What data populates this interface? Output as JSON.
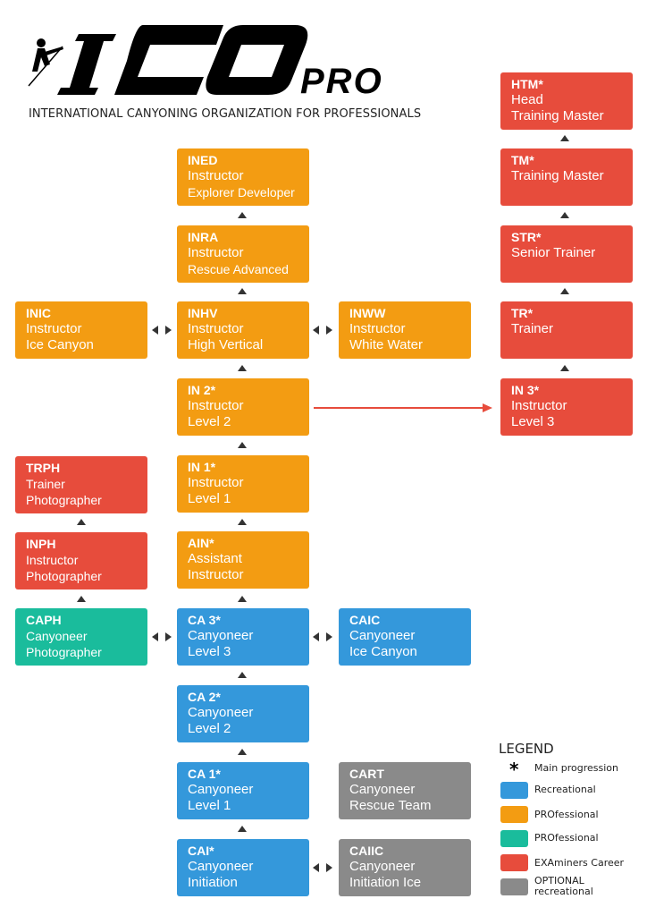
{
  "logo_text": "ICOpro",
  "subtitle": "INTERNATIONAL CANYONING ORGANIZATION FOR PROFESSIONALS",
  "boxes": {
    "htm": {
      "code": "HTM*",
      "l1": "Head",
      "l2": "Training Master"
    },
    "tm": {
      "code": "TM*",
      "l1": "Training Master",
      "l2": ""
    },
    "str": {
      "code": "STR*",
      "l1": "Senior Trainer",
      "l2": ""
    },
    "tr": {
      "code": "TR*",
      "l1": "Trainer",
      "l2": ""
    },
    "in3": {
      "code": "IN 3*",
      "l1": "Instructor",
      "l2": "Level 3"
    },
    "ined": {
      "code": "INED",
      "l1": "Instructor",
      "l2": "Explorer Developer"
    },
    "inra": {
      "code": "INRA",
      "l1": "Instructor",
      "l2": "Rescue Advanced"
    },
    "inic": {
      "code": "INIC",
      "l1": "Instructor",
      "l2": "Ice Canyon"
    },
    "inhv": {
      "code": "INHV",
      "l1": "Instructor",
      "l2": "High Vertical"
    },
    "inww": {
      "code": "INWW",
      "l1": "Instructor",
      "l2": "White Water"
    },
    "in2": {
      "code": "IN 2*",
      "l1": "Instructor",
      "l2": "Level 2"
    },
    "in1": {
      "code": "IN 1*",
      "l1": "Instructor",
      "l2": "Level 1"
    },
    "ain": {
      "code": "AIN*",
      "l1": "Assistant",
      "l2": "Instructor"
    },
    "trph": {
      "code": "TRPH",
      "l1": "Trainer",
      "l2": "Photographer"
    },
    "inph": {
      "code": "INPH",
      "l1": "Instructor",
      "l2": "Photographer"
    },
    "caph": {
      "code": "CAPH",
      "l1": "Canyoneer",
      "l2": "Photographer"
    },
    "ca3": {
      "code": "CA 3*",
      "l1": "Canyoneer",
      "l2": "Level 3"
    },
    "caic": {
      "code": "CAIC",
      "l1": "Canyoneer",
      "l2": "Ice Canyon"
    },
    "ca2": {
      "code": "CA 2*",
      "l1": "Canyoneer",
      "l2": "Level 2"
    },
    "ca1": {
      "code": "CA 1*",
      "l1": "Canyoneer",
      "l2": "Level 1"
    },
    "cart": {
      "code": "CART",
      "l1": "Canyoneer",
      "l2": "Rescue Team"
    },
    "cai": {
      "code": "CAI*",
      "l1": "Canyoneer",
      "l2": "Initiation"
    },
    "caiic": {
      "code": "CAIIC",
      "l1": "Canyoneer",
      "l2": "Initiation Ice"
    }
  },
  "legend": {
    "title": "LEGEND",
    "main_progression": "Main progression",
    "recreational": "Recreational",
    "professional_orange": "PROfessional",
    "professional_teal": "PROfessional",
    "examiners": "EXAminers Career",
    "optional": "OPTIONAL recreational"
  },
  "colors": {
    "orange": "#f39c12",
    "red": "#e74c3c",
    "blue": "#3498db",
    "teal": "#1abc9c",
    "gray": "#8a8a8a"
  }
}
